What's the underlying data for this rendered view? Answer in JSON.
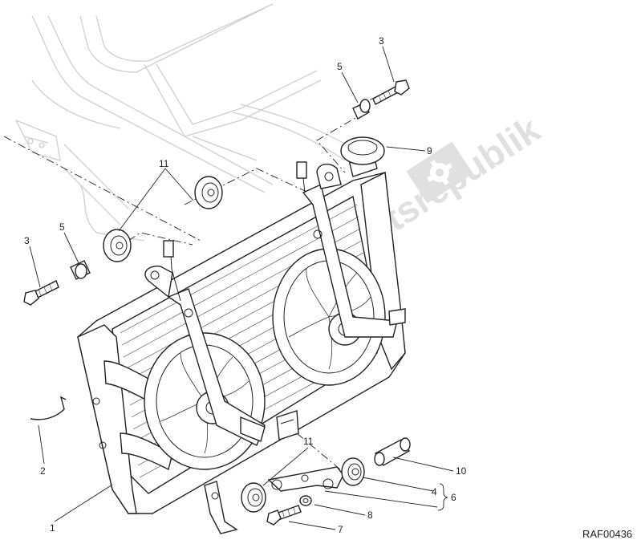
{
  "diagram": {
    "drawing_code": "RAF00436",
    "watermark_text": "Partsrepublik",
    "watermark_icon": "gear-icon",
    "callouts": [
      {
        "id": "c1",
        "text": "1"
      },
      {
        "id": "c2",
        "text": "2"
      },
      {
        "id": "c3a",
        "text": "3"
      },
      {
        "id": "c3b",
        "text": "3"
      },
      {
        "id": "c4",
        "text": "4"
      },
      {
        "id": "c5a",
        "text": "5"
      },
      {
        "id": "c5b",
        "text": "5"
      },
      {
        "id": "c6",
        "text": "6"
      },
      {
        "id": "c7",
        "text": "7"
      },
      {
        "id": "c8",
        "text": "8"
      },
      {
        "id": "c9",
        "text": "9"
      },
      {
        "id": "c10",
        "text": "10"
      },
      {
        "id": "c11a",
        "text": "11"
      },
      {
        "id": "c11b",
        "text": "11"
      }
    ]
  }
}
